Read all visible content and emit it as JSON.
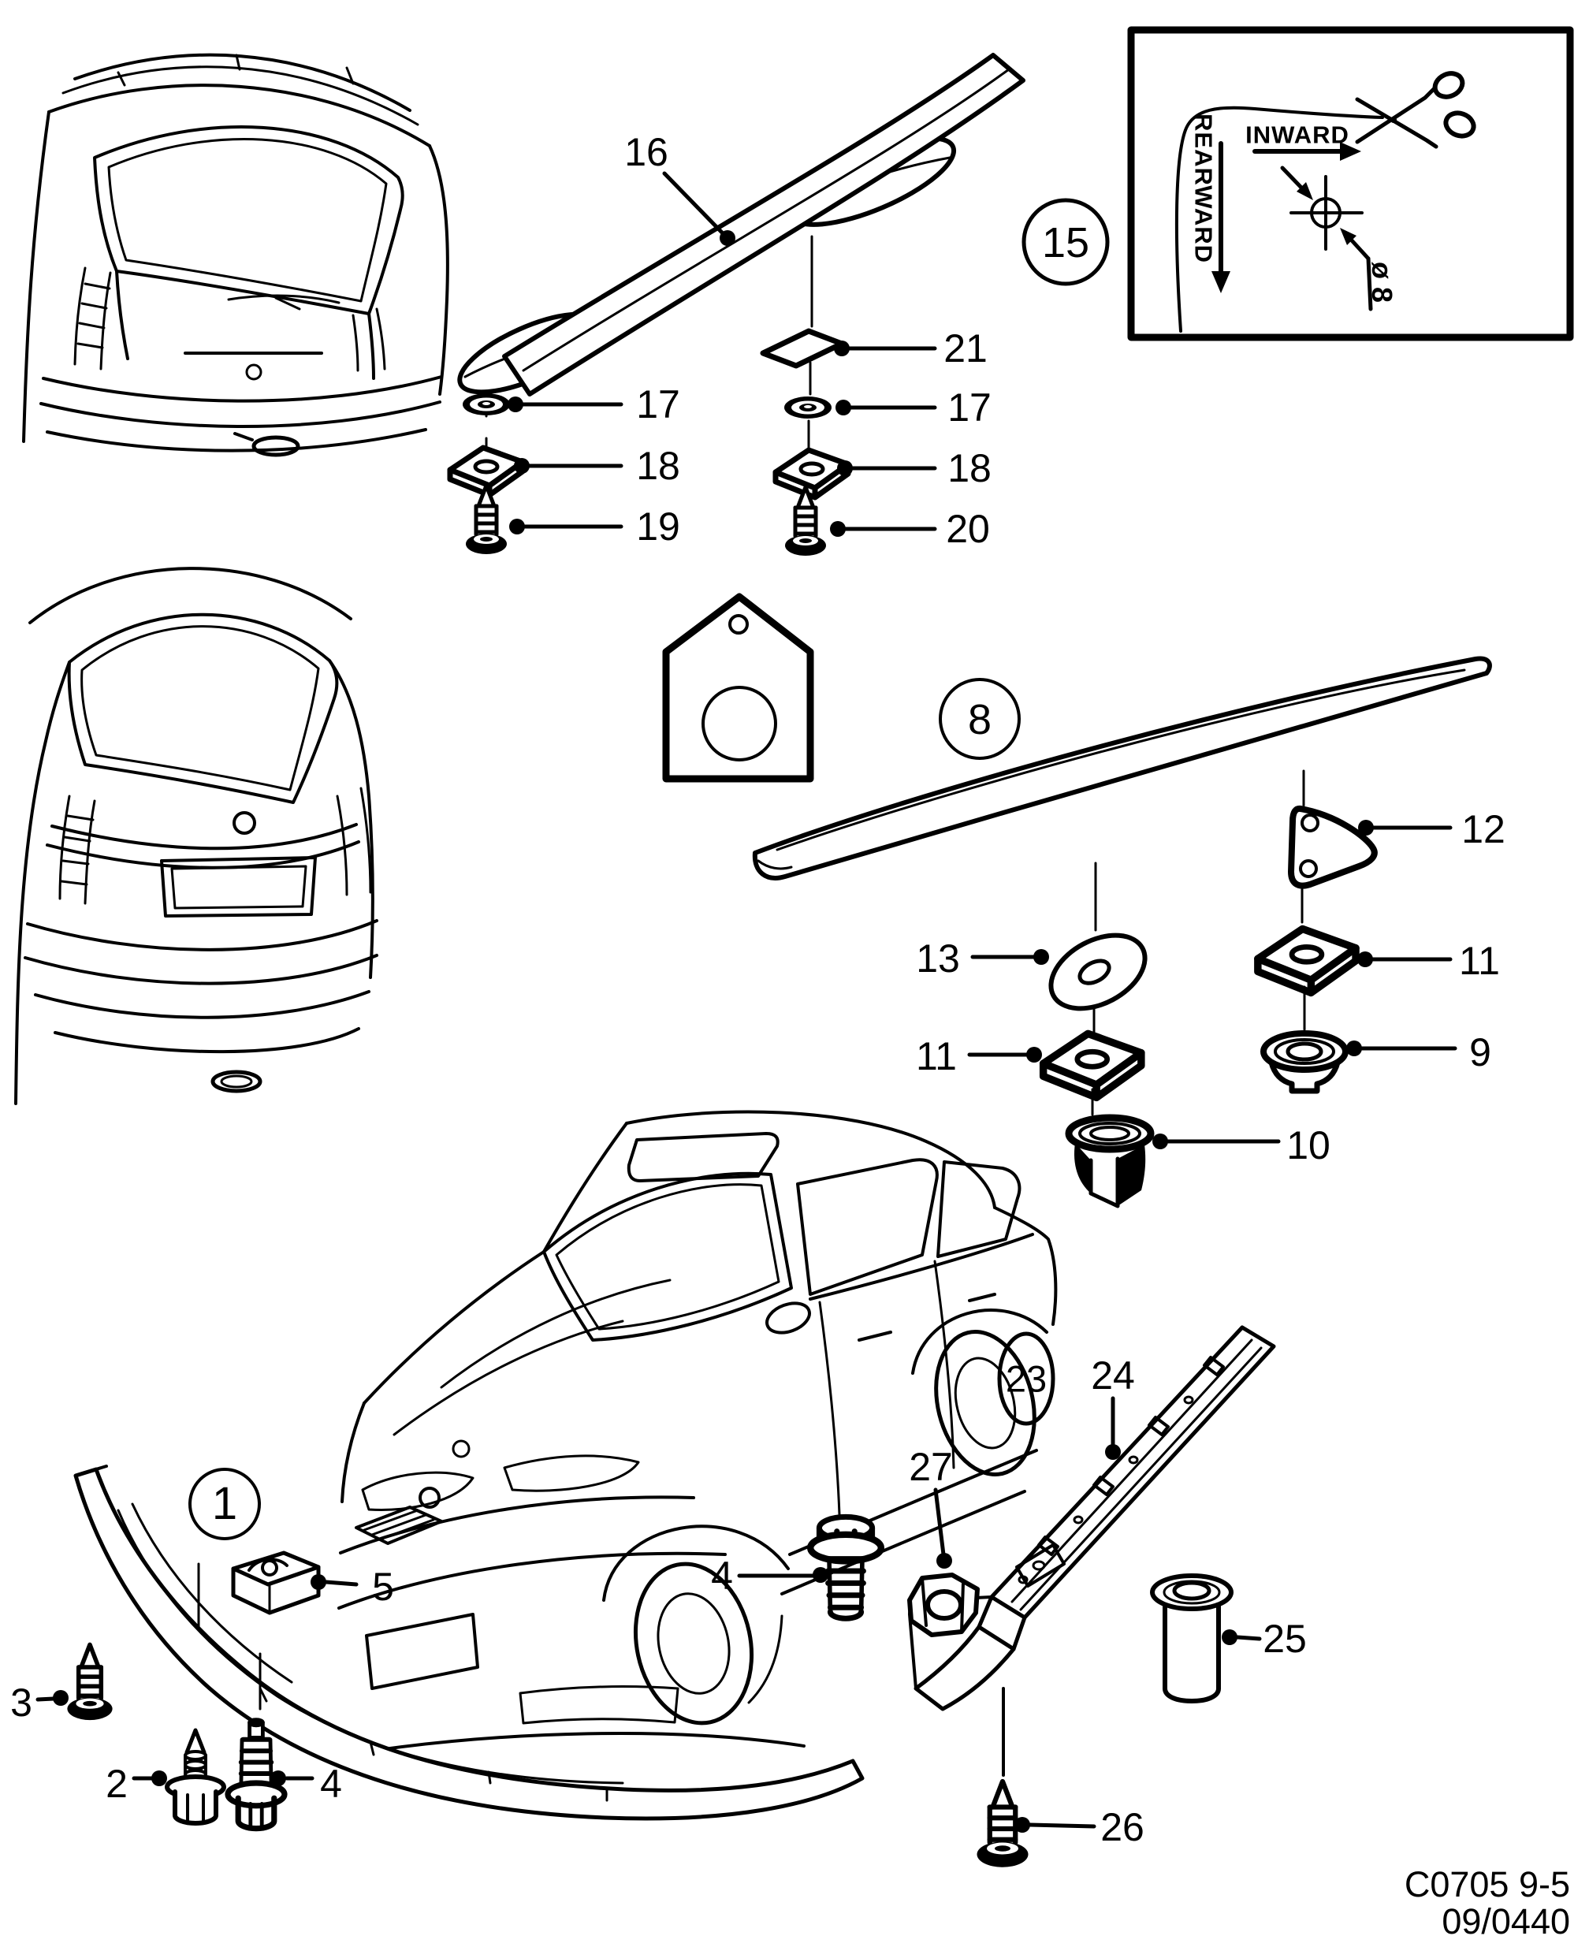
{
  "inset": {
    "rearward": "REARWARD",
    "inward": "INWARD",
    "hole_diameter": "ø 8"
  },
  "footer": {
    "drawing_code": "C0705 9-5",
    "revision": "09/0440"
  },
  "callouts": {
    "roof_spoiler": "16",
    "template_note_ref": "15",
    "pad_square": "21",
    "washer_left": "17",
    "washer_right": "17",
    "nut_left": "18",
    "nut_right": "18",
    "screw_left": "19",
    "screw_right": "20",
    "trunk_spoiler_ref": "8",
    "pad_triangle": "12",
    "pad_oval": "13",
    "nut_mid_left": "11",
    "nut_mid_right": "11",
    "grommet": "9",
    "expander_clip": "10",
    "front_spoiler_ref": "1",
    "spring_clip": "5",
    "screw_small": "3",
    "rivet_clip": "2",
    "hex_screw_front": "4",
    "hex_screw_sill": "4",
    "sill_ref": "23",
    "sill_panel": "24",
    "hex_nut": "27",
    "spacer_sleeve": "25",
    "sill_screw": "26"
  }
}
